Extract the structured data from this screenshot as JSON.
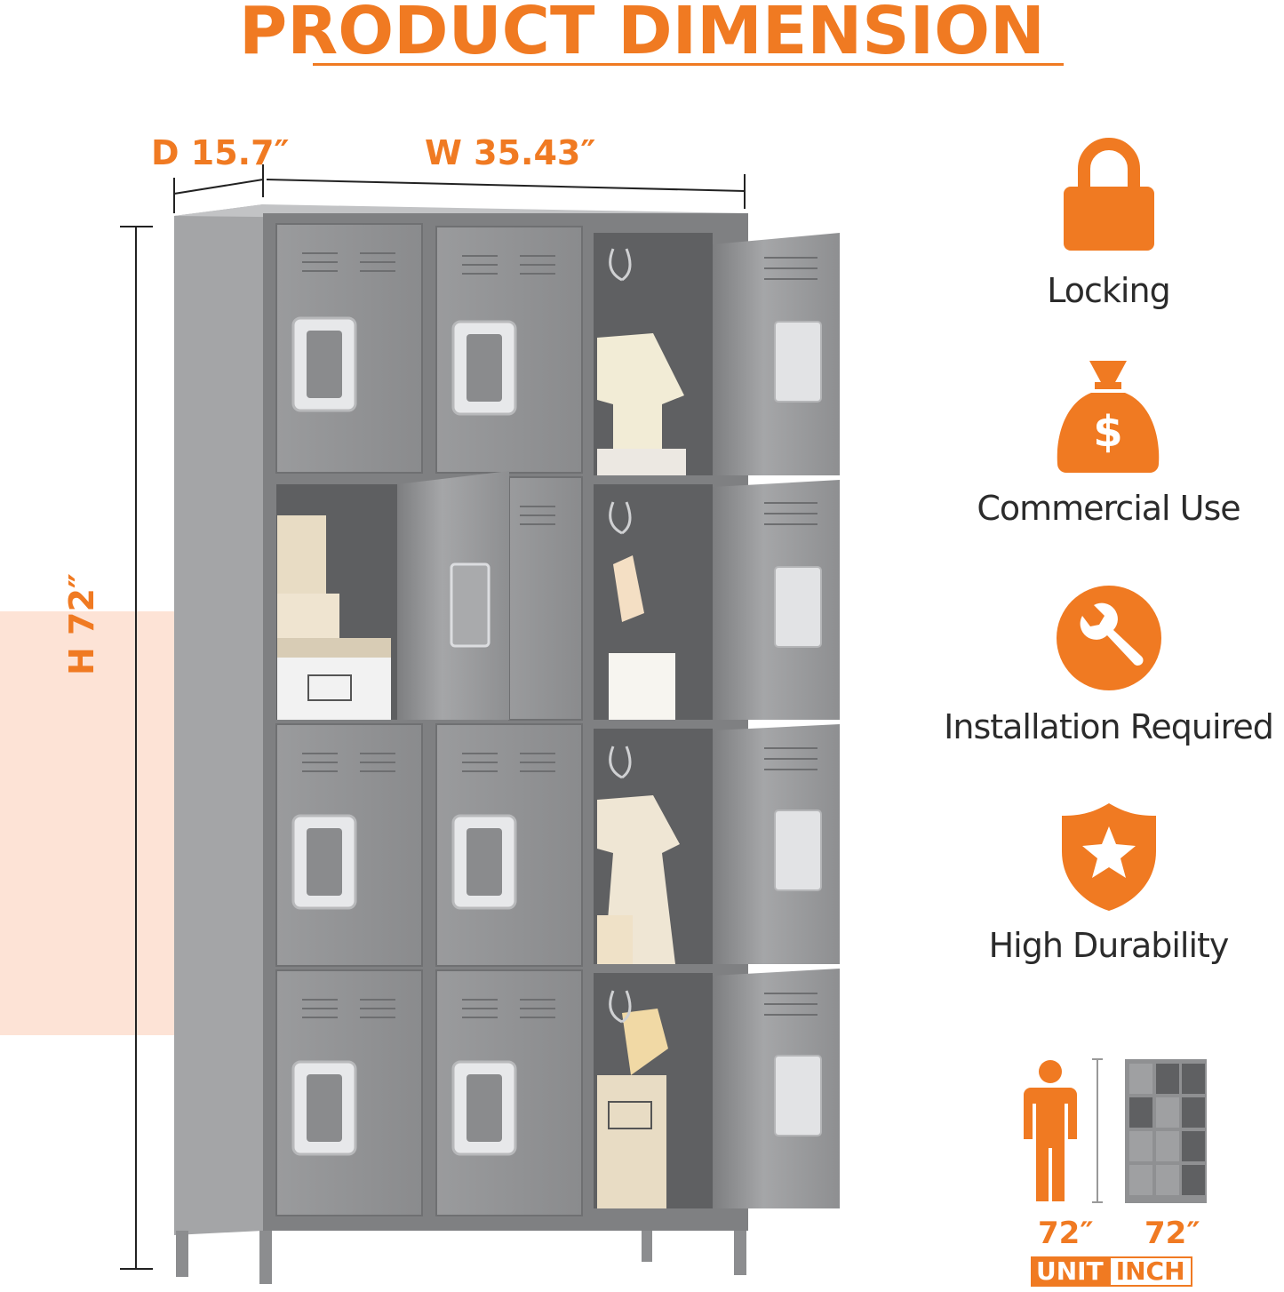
{
  "title": "PRODUCT DIMENSION",
  "dimensions": {
    "depth": "D 15.7″",
    "width": "W 35.43″",
    "height": "H 72″"
  },
  "features": [
    {
      "label": "Locking",
      "icon": "padlock-icon"
    },
    {
      "label": "Commercial Use",
      "icon": "money-bag-icon"
    },
    {
      "label": "Installation Required",
      "icon": "wrench-icon"
    },
    {
      "label": "High Durability",
      "icon": "shield-star-icon"
    }
  ],
  "comparison": {
    "person_height": "72″",
    "locker_height": "72″",
    "unit_label": "UNIT",
    "unit_value": "INCH"
  },
  "colors": {
    "accent": "#f07a22",
    "locker_gray": "#8f9092",
    "peach": "#fde3d6"
  }
}
